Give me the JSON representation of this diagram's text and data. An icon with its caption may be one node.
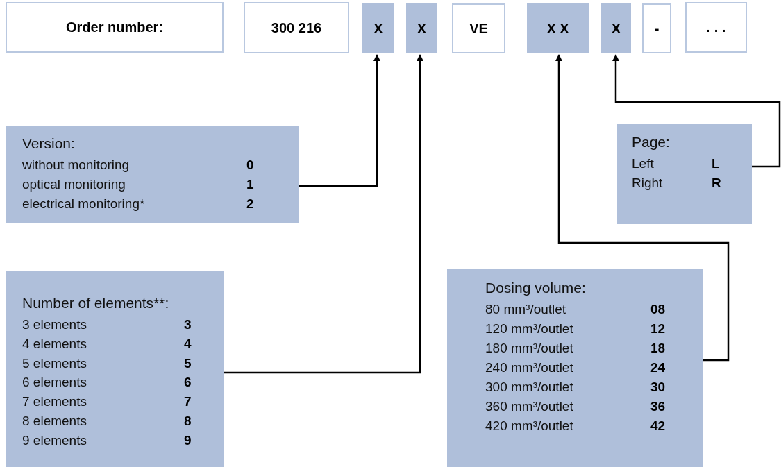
{
  "diagram": {
    "nodes": [
      {
        "text": [
          "Order number:"
        ]
      },
      {
        "text": [
          "300 216"
        ]
      },
      {
        "text": [
          "X"
        ]
      },
      {
        "text": [
          "X"
        ]
      },
      {
        "text": [
          "VE"
        ]
      },
      {
        "text": [
          "X X"
        ]
      },
      {
        "text": [
          "X"
        ]
      },
      {
        "text": [
          "-"
        ]
      },
      {
        "text": [
          ". . ."
        ]
      },
      {
        "text": [
          "Version:",
          "without monitoring",
          "0",
          "optical monitoring",
          "1",
          "electrical monitoring*",
          "2"
        ]
      },
      {
        "text": [
          "Page:",
          "Left",
          "L",
          "Right",
          "R"
        ]
      },
      {
        "text": [
          "Number of elements**:",
          "3 elements",
          "3",
          "4 elements",
          "4",
          "5 elements",
          "5",
          "6 elements",
          "6",
          "7 elements",
          "7",
          "8 elements",
          "8",
          "9 elements",
          "9"
        ]
      },
      {
        "text": [
          "Dosing volume:",
          "80 mm³/outlet",
          "08",
          "120 mm³/outlet",
          "12",
          "180 mm³/outlet",
          "18",
          "240 mm³/outlet",
          "24",
          "300 mm³/outlet",
          "30",
          "360 mm³/outlet",
          "36",
          "420 mm³/outlet",
          "42"
        ]
      }
    ],
    "edges": [
      {
        "from": 9,
        "to": 2,
        "arrow": "to"
      },
      {
        "from": 11,
        "to": 3,
        "arrow": "to"
      },
      {
        "from": 12,
        "to": 5,
        "arrow": "to"
      },
      {
        "from": 10,
        "to": 6,
        "arrow": "to"
      }
    ]
  }
}
